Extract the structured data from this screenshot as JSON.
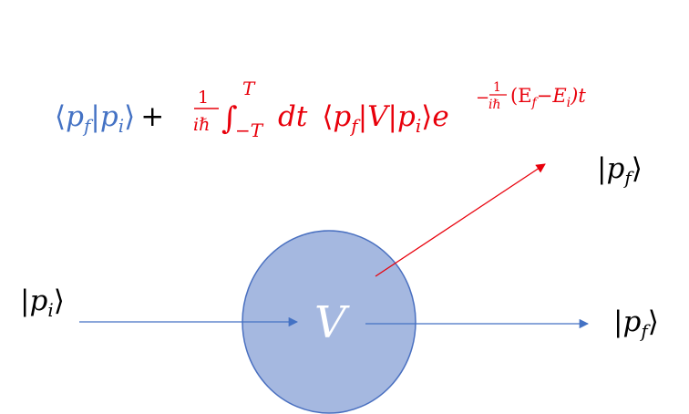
{
  "colors": {
    "blue": "#4472c4",
    "red": "#e8000b",
    "black": "#000000",
    "circle_fill": "#a5b8e0",
    "circle_stroke": "#4a70c0",
    "potential_label": "#ffffff"
  },
  "equation": {
    "lket": "⟨",
    "p1": "p",
    "f1": "f",
    "bar1": "|",
    "p2": "p",
    "i2": "i",
    "rket1": "⟩",
    "plus": "+",
    "frac_num": "1",
    "frac_den": "iℏ",
    "integral": "∫",
    "upper": "T",
    "lower": "−T",
    "dt": "dt",
    "lket2": "⟨",
    "p3": "p",
    "f3": "f",
    "bar2": "|V|",
    "p4": "p",
    "i4": "i",
    "rket2": "⟩",
    "e": "e",
    "exp_minus": "−",
    "exp_frac_num": "1",
    "exp_frac_den": "iℏ",
    "exp_open": "(E",
    "exp_f": "f",
    "exp_mid": "−E",
    "exp_i": "i",
    "exp_close": ")t"
  },
  "labels": {
    "initial": {
      "bar": "|",
      "p": "p",
      "sub": "i",
      "close": "⟩"
    },
    "final_straight": {
      "bar": "|",
      "p": "p",
      "sub": "f",
      "close": "⟩"
    },
    "final_scattered": {
      "bar": "|",
      "p": "p",
      "sub": "f",
      "close": "⟩"
    },
    "potential": "V"
  }
}
